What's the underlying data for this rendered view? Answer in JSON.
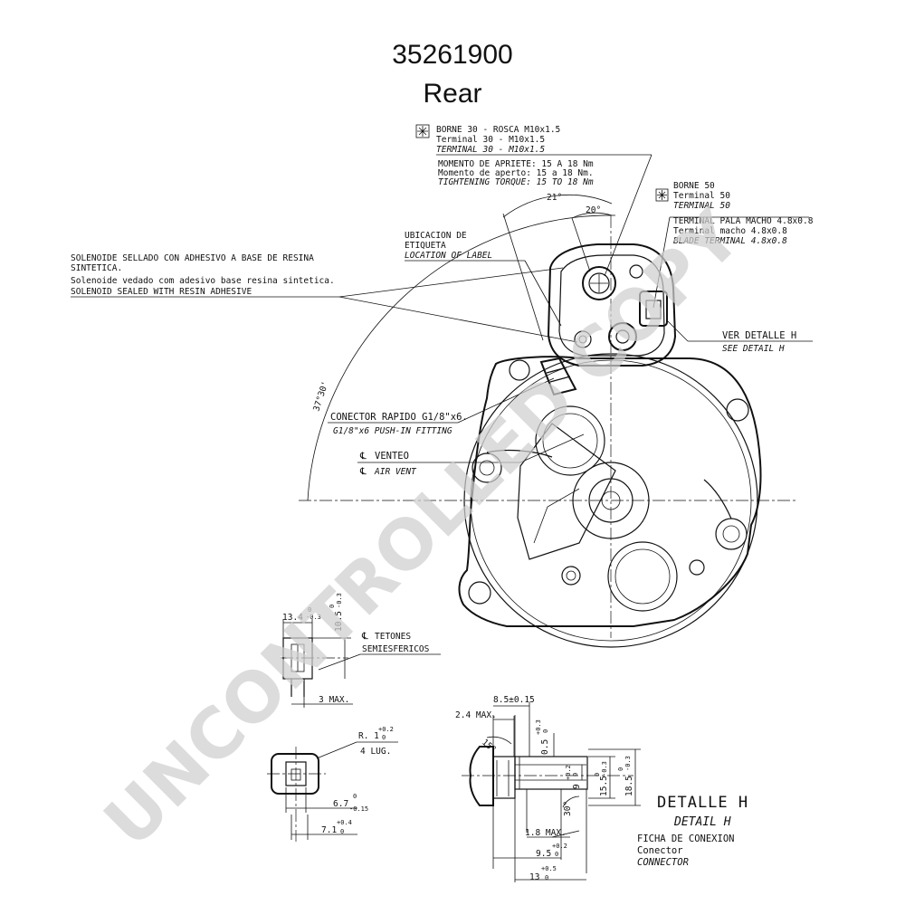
{
  "header": {
    "part_number": "35261900",
    "view": "Rear"
  },
  "watermark": "UNCONTROLLED COPY",
  "callouts": {
    "terminal_30": [
      "BORNE 30 - ROSCA M10x1.5",
      "Terminal 30 - M10x1.5",
      "TERMINAL 30 - M10x1.5"
    ],
    "torque": [
      "MOMENTO DE APRIETE: 15 A 18 Nm",
      "Momento de aperto: 15 a 18 Nm.",
      "TIGHTENING TORQUE: 15 TO 18 Nm"
    ],
    "terminal_50": [
      "BORNE 50",
      "Terminal 50",
      "TERMINAL 50"
    ],
    "blade_terminal": [
      "TERMINAL PALA MACHO 4.8x0.8",
      "Terminal macho 4.8x0.8",
      "BLADE TERMINAL 4.8x0.8"
    ],
    "label_location": [
      "UBICACION DE",
      "ETIQUETA",
      "LOCATION OF LABEL"
    ],
    "solenoid": [
      "SOLENOIDE SELLADO CON ADHESIVO A BASE DE RESINA",
      "SINTETICA.",
      "Solenoide vedado com adesivo base resina sintetica.",
      "SOLENOID SEALED WITH RESIN ADHESIVE"
    ],
    "see_detail": [
      "VER DETALLE H",
      "SEE DETAIL H"
    ],
    "push_in": [
      "CONECTOR RAPIDO G1/8\"x6.",
      "G1/8\"x6 PUSH-IN FITTING"
    ],
    "vent": [
      "VENTEO",
      "AIR VENT"
    ],
    "studs": [
      "TETONES",
      "SEMIESFERICOS"
    ],
    "lug": "4 LUG."
  },
  "dimensions": {
    "angle_21": "21°",
    "angle_20": "20°",
    "angle_37": "37°30'",
    "d_13_4": "13.4",
    "d_13_4_tol": [
      "0",
      "-0.3"
    ],
    "d_10_5": "10.5",
    "d_10_5_tol": [
      "0",
      "-0.3"
    ],
    "d_3": "3  MAX.",
    "r_1": "R. 1",
    "r_1_tol": [
      "+0.2",
      "0"
    ],
    "d_6_7": "6.7",
    "d_6_7_tol": [
      "0",
      "-0.15"
    ],
    "d_7_1": "7.1",
    "d_7_1_tol": [
      "+0.4",
      "0"
    ],
    "d_8_5": "8.5±0.15",
    "d_2_4": "2.4 MAX.",
    "a_15": "15°",
    "d_0_5": "0.5",
    "d_0_5_tol": [
      "+0.3",
      "0"
    ],
    "d_9": "9",
    "d_9_tol": [
      "+0.2",
      "0"
    ],
    "d_15_5": "15.5",
    "d_15_5_tol": [
      "0",
      "-0.3"
    ],
    "d_18_5": "18.5",
    "d_18_5_tol": [
      "0",
      "-0.3"
    ],
    "a_30": "30°",
    "d_1_8": "1.8 MAX.",
    "d_9_5": "9.5",
    "d_9_5_tol": [
      "+0.2",
      "0"
    ],
    "d_13": "13",
    "d_13_tol": [
      "+0.5",
      "0"
    ]
  },
  "detail_h": {
    "title": "DETALLE H",
    "subtitle": "DETAIL H",
    "lines": [
      "FICHA DE CONEXION",
      "Conector",
      "CONNECTOR"
    ]
  },
  "symbols": {
    "centerline": "℄",
    "terminal_marker": "asterisk-box-icon"
  }
}
